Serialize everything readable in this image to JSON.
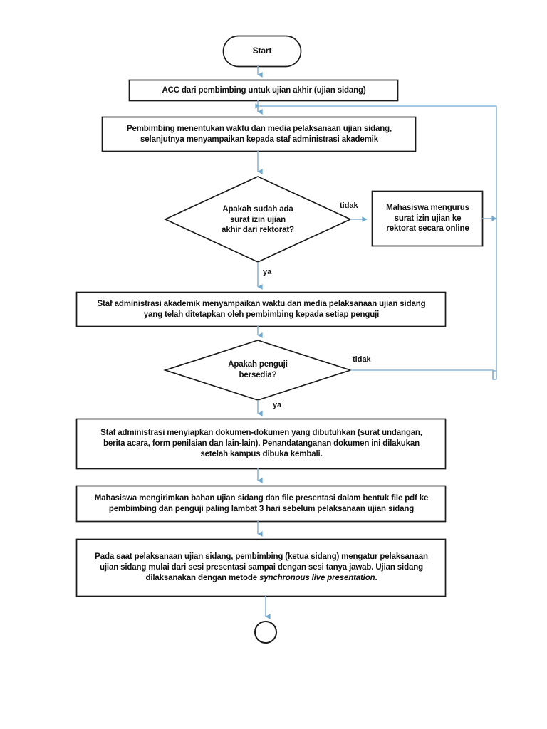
{
  "diagram": {
    "type": "flowchart",
    "title": "Alur pelaksanaan ujian sidang",
    "colors": {
      "shape_stroke": "#1a1a1a",
      "shape_fill": "#ffffff",
      "connector": "#8cb5d9",
      "arrowhead": "#6fa8cf",
      "text": "#111111"
    }
  },
  "nodes": {
    "start": {
      "shape": "terminator",
      "label": "Start"
    },
    "acc": {
      "shape": "process",
      "label": "ACC dari pembimbing untuk ujian akhir (ujian  sidang)"
    },
    "pembimbing_menentukan": {
      "shape": "process",
      "line1": "Pembimbing menentukan waktu dan media pelaksanaan ujian sidang,",
      "line2": "selanjutnya menyampaikan kepada staf administrasi akademik"
    },
    "decision_surat_izin": {
      "shape": "decision",
      "line1": "Apakah sudah ada",
      "line2": "surat izin ujian",
      "line3": "akhir dari rektorat?"
    },
    "mahasiswa_mengurus": {
      "shape": "process",
      "line1": "Mahasiswa mengurus",
      "line2": "surat izin ujian ke",
      "line3": "rektorat secara online"
    },
    "staf_menyampaikan": {
      "shape": "process",
      "line1": "Staf administrasi akademik menyampaikan waktu dan media pelaksanaan ujian sidang",
      "line2": "yang telah ditetapkan oleh pembimbing kepada setiap penguji"
    },
    "decision_penguji": {
      "shape": "decision",
      "line1": "Apakah penguji",
      "line2": "bersedia?"
    },
    "staf_menyiapkan": {
      "shape": "process",
      "line1": "Staf administrasi menyiapkan dokumen-dokumen yang dibutuhkan (surat undangan,",
      "line2": "berita acara, form penilaian dan lain-lain).  Penandatanganan dokumen ini dilakukan",
      "line3": "setelah kampus dibuka kembali."
    },
    "mahasiswa_mengirimkan": {
      "shape": "process",
      "line1": "Mahasiswa mengirimkan bahan ujian sidang dan file presentasi dalam bentuk file pdf ke",
      "line2": "pembimbing dan penguji paling lambat 3 hari sebelum pelaksanaan ujian sidang"
    },
    "pelaksanaan": {
      "shape": "process",
      "line1": "Pada saat pelaksanaan ujian sidang, pembimbing (ketua sidang) mengatur pelaksanaan",
      "line2": "ujian sidang mulai dari sesi presentasi sampai dengan sesi tanya jawab. Ujian sidang",
      "line3_prefix": "dilaksanakan dengan metode ",
      "line3_italic": "synchronous live presentation",
      "line3_suffix": "."
    },
    "end": {
      "shape": "terminator-circle",
      "label": ""
    }
  },
  "edge_labels": {
    "tidak_surat_izin": "tidak",
    "ya_surat_izin": "ya",
    "tidak_penguji": "tidak",
    "ya_penguji": "ya"
  }
}
